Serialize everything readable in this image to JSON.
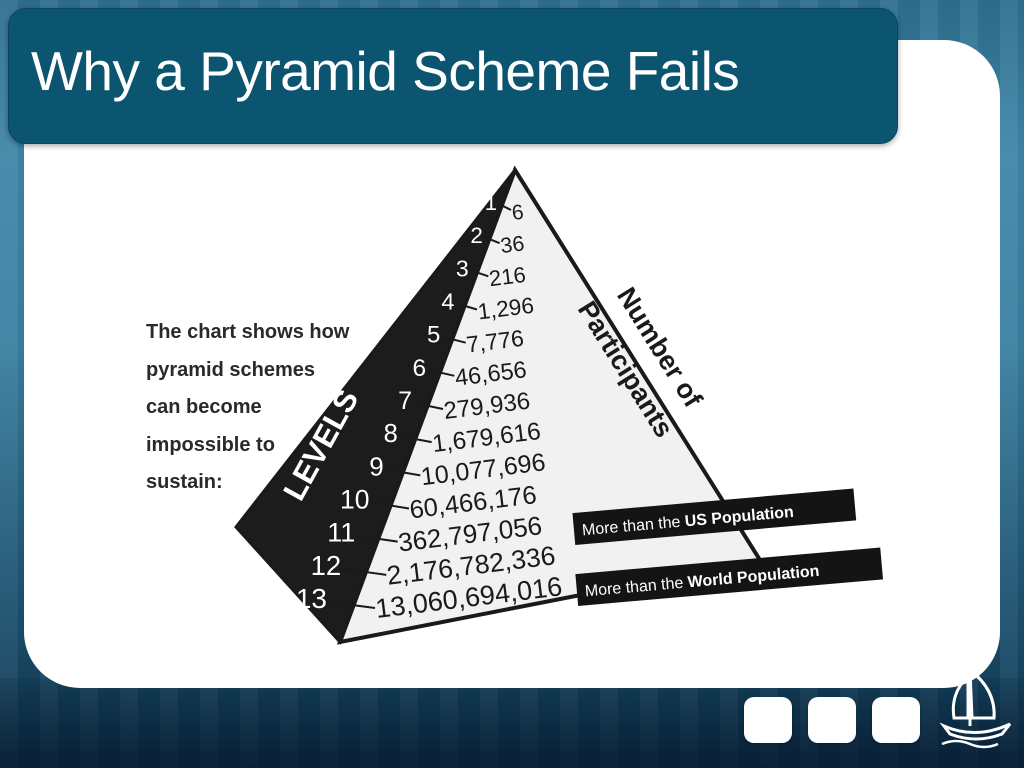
{
  "slide": {
    "title": "Why a Pyramid Scheme Fails",
    "caption_lines": [
      "The chart shows how",
      "pyramid schemes",
      "can become",
      "impossible to",
      "sustain:"
    ]
  },
  "diagram": {
    "levels_label": "LEVELS",
    "participants_label_line1": "Number of",
    "participants_label_line2": "Participants",
    "rows": [
      {
        "level": "1",
        "participants": "6"
      },
      {
        "level": "2",
        "participants": "36"
      },
      {
        "level": "3",
        "participants": "216"
      },
      {
        "level": "4",
        "participants": "1,296"
      },
      {
        "level": "5",
        "participants": "7,776"
      },
      {
        "level": "6",
        "participants": "46,656"
      },
      {
        "level": "7",
        "participants": "279,936"
      },
      {
        "level": "8",
        "participants": "1,679,616"
      },
      {
        "level": "9",
        "participants": "10,077,696"
      },
      {
        "level": "10",
        "participants": "60,466,176"
      },
      {
        "level": "11",
        "participants": "362,797,056"
      },
      {
        "level": "12",
        "participants": "2,176,782,336"
      },
      {
        "level": "13",
        "participants": "13,060,694,016"
      }
    ],
    "us_banner": {
      "prefix": "More than the ",
      "emphasis": "US Population"
    },
    "world_banner": {
      "prefix": "More than the ",
      "emphasis": "World Population"
    }
  },
  "icons": [
    "sailboat-logo-icon"
  ],
  "colors": {
    "title_bar": "#0c5570",
    "title_text": "#ffffff",
    "panel": "#ffffff",
    "pyramid_dark": "#1c1c1c",
    "pyramid_light": "#f2f2f2"
  }
}
